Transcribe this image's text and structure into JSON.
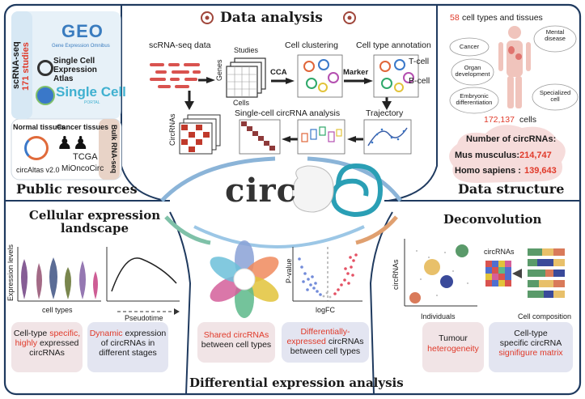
{
  "center": {
    "logo_text": "circ"
  },
  "public_resources": {
    "title": "Public resources",
    "scrna_seq": {
      "label": "scRNA-seq",
      "studies": "171 studies"
    },
    "geo": {
      "name": "GEO",
      "subtitle": "Gene Expression Omnibus"
    },
    "sc_atlas": "Single Cell Expression Atlas",
    "single_cell_portal": {
      "name": "Single Cell",
      "sub": "PORTAL"
    },
    "normal_tissues": "Normal tissues",
    "cancer_tissues": "Cancer tissues",
    "bulk_rna_seq": "Bulk RNA-seq",
    "circaltas": "circAltas v2.0",
    "tcga": "TCGA",
    "mioncocirc": "MiOncoCirc"
  },
  "data_analysis": {
    "title": "Data analysis",
    "scrna_data": "scRNA-seq data",
    "studies": "Studies",
    "genes": "Genes",
    "cells": "Cells",
    "cca": "CCA",
    "marker": "Marker",
    "cell_clustering": "Cell clustering",
    "cell_type_annotation": "Cell type annotation",
    "t_cell": "T-cell",
    "b_cell": "B-cell",
    "trajectory": "Trajectory",
    "circrnas": "CircRNAs",
    "single_cell_analysis": "Single-cell circRNA analysis"
  },
  "data_structure": {
    "title": "Data structure",
    "cell_types_count": "58",
    "cell_types_text": "cell types and tissues",
    "categories": [
      "Cancer",
      "Mental disease",
      "Organ development",
      "Embryonic differentiation",
      "Specialized cell"
    ],
    "cells_count": "172,137",
    "cells_label": "cells",
    "num_circrnas_label": "Number of circRNAs:",
    "mus_label": "Mus musculus:",
    "mus_value": "214,747",
    "homo_label": "Homo sapiens :",
    "homo_value": "139,643"
  },
  "cellular_expression": {
    "title": "Cellular expression landscape",
    "y_label": "Expression levels",
    "x_label": "cell types",
    "pseudotime": "Pseudotime",
    "card1": {
      "highlight": "specific, highly",
      "prefix": "Cell-type",
      "suffix": "expressed circRNAs"
    },
    "card2": {
      "highlight": "Dynamic",
      "rest": "expression of circRNAs in different stages"
    }
  },
  "differential": {
    "title": "Differential expression analysis",
    "y_label": "P-value",
    "x_label": "logFC",
    "card1": {
      "highlight": "Shared circRNAs",
      "rest": "between cell types"
    },
    "card2": {
      "highlight": "Differentially-expressed",
      "rest": "circRNAs between cell types"
    }
  },
  "deconvolution": {
    "title": "Deconvolution",
    "y_label": "circRNAs",
    "x_label": "Individuals",
    "circrnas_label": "circRNAs",
    "cell_composition": "Cell composition",
    "card1": {
      "line1": "Tumour",
      "highlight": "heterogeneity"
    },
    "card2": {
      "line1": "Cell-type",
      "line2": "specific circRNA",
      "highlight": "signifigure matrix"
    }
  },
  "colors": {
    "frame": "#1f3a5f",
    "accent_red": "#e03a2a",
    "card_pink": "#f1e4e6",
    "card_blue": "#e3e5f1",
    "cloud": "#f6dcdb"
  }
}
